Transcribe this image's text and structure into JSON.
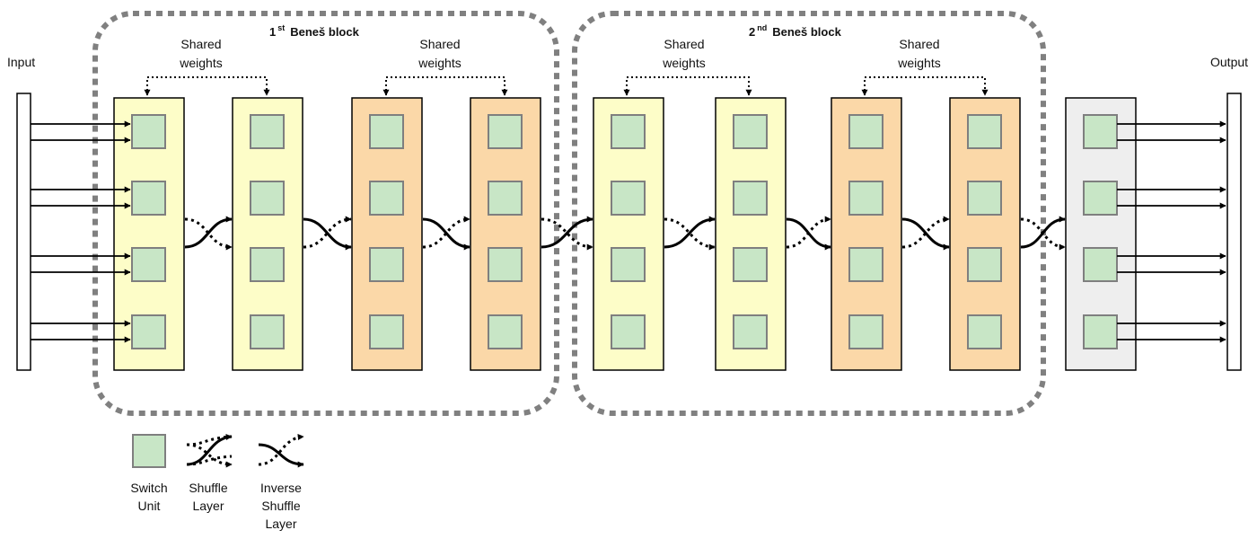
{
  "input_label": "Input",
  "output_label": "Output",
  "blocks": [
    {
      "ordinal": "1",
      "suffix": "st",
      "title": "Beneš block"
    },
    {
      "ordinal": "2",
      "suffix": "nd",
      "title": "Beneš block"
    }
  ],
  "shared_weights": {
    "line1": "Shared",
    "line2": "weights"
  },
  "legend": {
    "switch_unit": [
      "Switch",
      "Unit"
    ],
    "shuffle_layer": [
      "Shuffle",
      "Layer"
    ],
    "inverse_shuffle_layer": [
      "Inverse",
      "Shuffle",
      "Layer"
    ]
  },
  "colors": {
    "shuffle_layer_fill": "#fdfdc8",
    "inverse_shuffle_layer_fill": "#fbd8a8",
    "output_layer_fill": "#eeeeee",
    "switch_unit_fill": "#c8e6c6",
    "switch_unit_border": "#7f7f7f",
    "block_border": "#808080"
  }
}
